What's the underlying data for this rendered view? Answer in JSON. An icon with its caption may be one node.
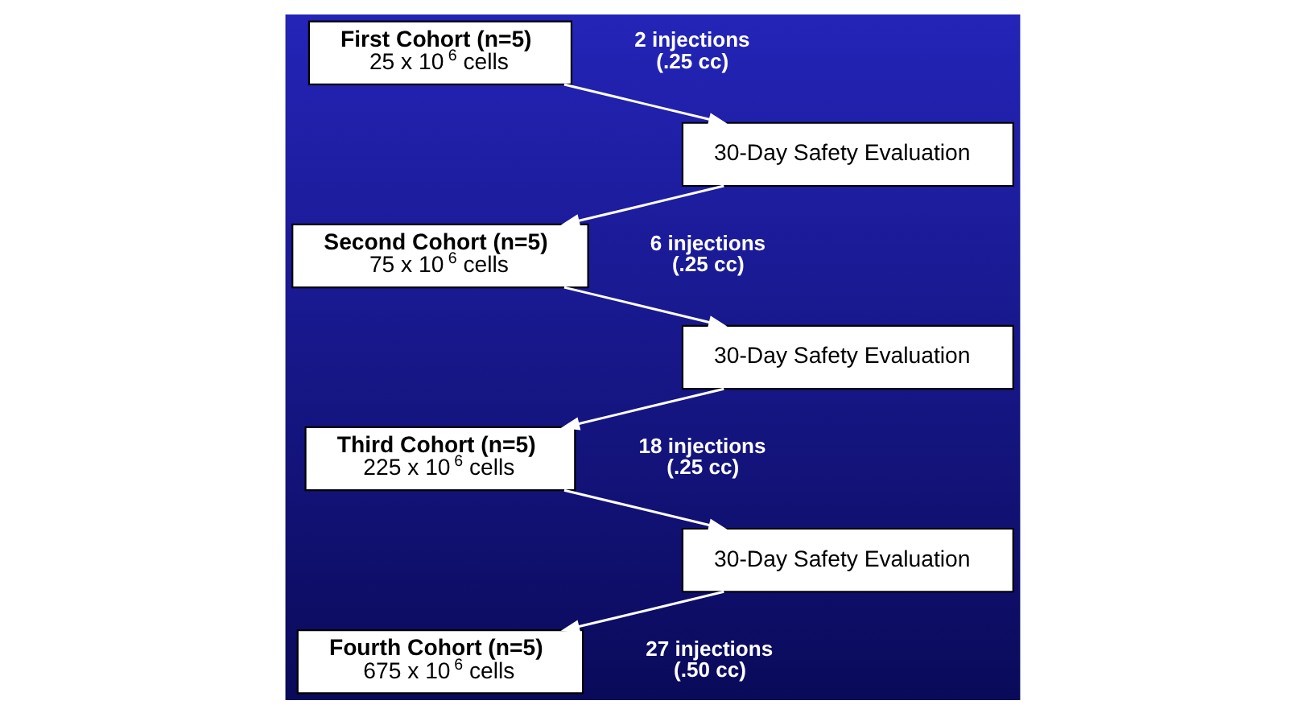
{
  "diagram": {
    "nodes": [
      {
        "text": [
          "First Cohort (n=5)",
          "25 x 10$^{6}$ cells"
        ],
        "beside": [
          "2 injections (.25 cc)"
        ]
      },
      {
        "text": [
          "30-Day Safety Evaluation"
        ]
      },
      {
        "text": [
          "Second Cohort (n=5)",
          "75 x 10$^{6}$ cells"
        ],
        "beside": [
          "6 injections (.25 cc)"
        ]
      },
      {
        "text": [
          "30-Day Safety Evaluation"
        ]
      },
      {
        "text": [
          "Third Cohort (n=5)",
          "225 x 10$^{6}$ cells"
        ],
        "beside": [
          "18 injections (.25 cc)"
        ]
      },
      {
        "text": [
          "30-Day Safety Evaluation"
        ]
      },
      {
        "text": [
          "Fourth Cohort (n=5)",
          "675 x 10$^{6}$ cells"
        ],
        "beside": [
          "27 injections (.50 cc)"
        ]
      }
    ],
    "edges": [
      {
        "from": 0,
        "to": 1,
        "arrow": "to"
      },
      {
        "from": 1,
        "to": 2,
        "arrow": "to"
      },
      {
        "from": 2,
        "to": 3,
        "arrow": "to"
      },
      {
        "from": 3,
        "to": 4,
        "arrow": "to"
      },
      {
        "from": 4,
        "to": 5,
        "arrow": "to"
      },
      {
        "from": 5,
        "to": 6,
        "arrow": "to"
      }
    ]
  }
}
